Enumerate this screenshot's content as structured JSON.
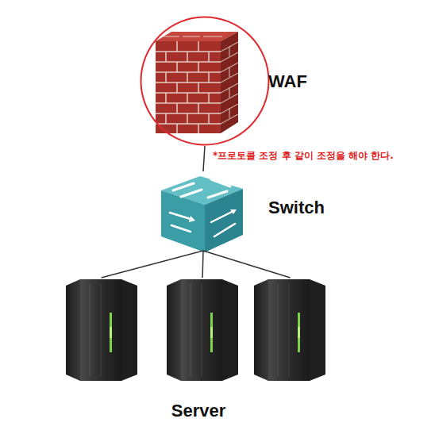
{
  "diagram": {
    "nodes": [
      {
        "text": [
          "WAF"
        ]
      },
      {
        "text": [
          "Switch"
        ]
      },
      {
        "text": [
          "Server"
        ]
      }
    ],
    "edges": [
      {
        "from": 0,
        "to": 1,
        "arrow": "none"
      },
      {
        "from": 1,
        "to": 2,
        "arrow": "none"
      },
      {
        "from": 1,
        "to": 2,
        "arrow": "none"
      },
      {
        "from": 1,
        "to": 2,
        "arrow": "none"
      }
    ],
    "labels": [
      "*프로토콜 조정 후 같이 조정을 해야 한다."
    ]
  }
}
